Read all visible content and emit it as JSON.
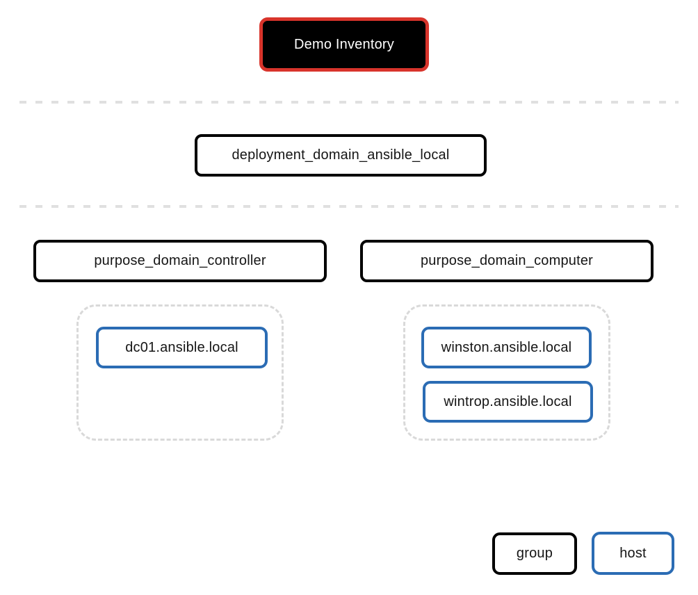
{
  "inventory": {
    "label": "Demo Inventory"
  },
  "groups": {
    "deployment": {
      "label": "deployment_domain_ansible_local"
    },
    "controller": {
      "label": "purpose_domain_controller"
    },
    "computer": {
      "label": "purpose_domain_computer"
    }
  },
  "hosts": {
    "controller_cluster": [
      "dc01.ansible.local"
    ],
    "computer_cluster": [
      "winston.ansible.local",
      "wintrop.ansible.local"
    ]
  },
  "legend": {
    "group": "group",
    "host": "host"
  },
  "colors": {
    "inventory_bg": "#000000",
    "inventory_border": "#d8342b",
    "inventory_text": "#ffffff",
    "group_border": "#000000",
    "host_border": "#2b6cb4",
    "separator": "#e0e0e0",
    "cluster_border": "#d9d9d9",
    "text": "#151515",
    "background": "#ffffff"
  }
}
